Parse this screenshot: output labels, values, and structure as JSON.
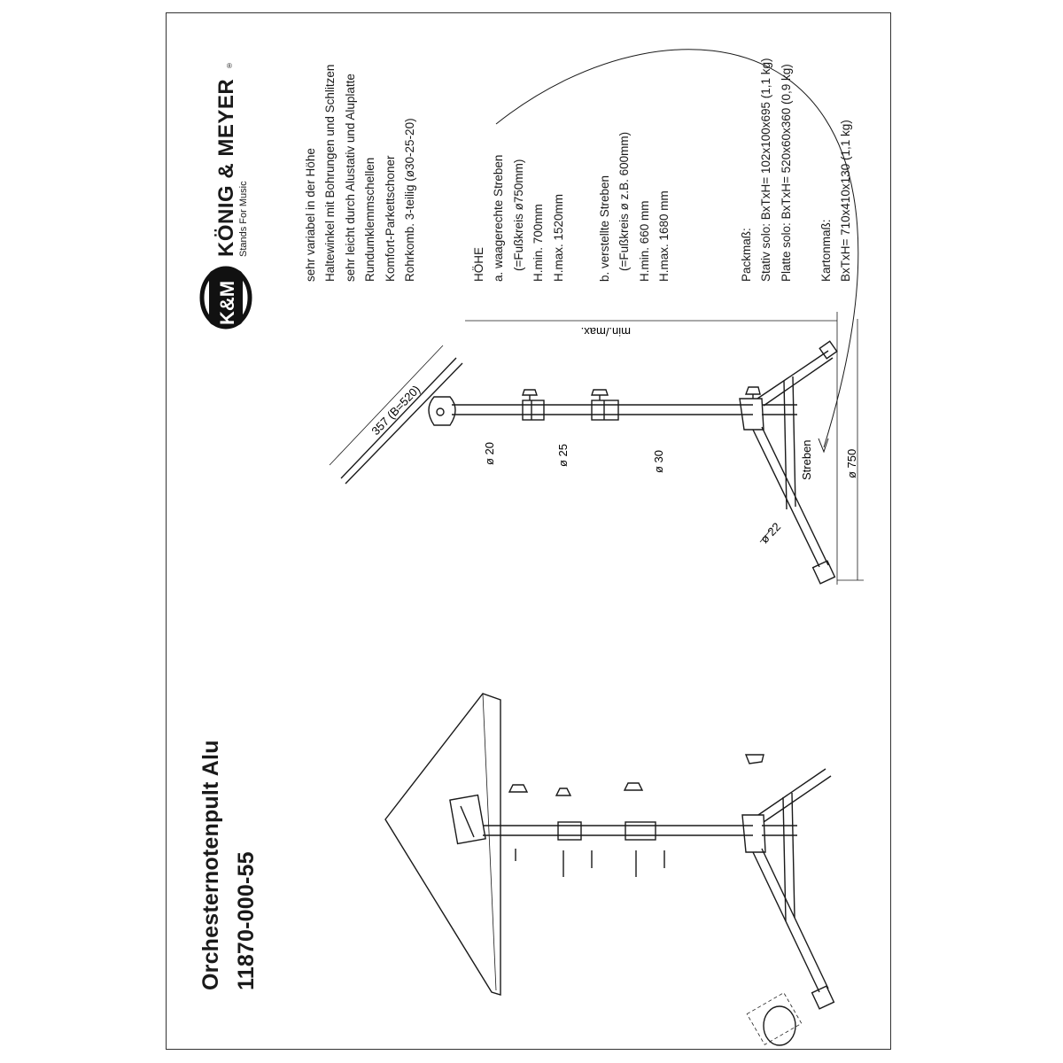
{
  "title": {
    "line1": "Orchesternotenpult Alu",
    "line2": "11870-000-55"
  },
  "brand": {
    "logo_text": "K&M",
    "name": "KÖNIG & MEYER",
    "tagline": "Stands For Music",
    "mark": "®"
  },
  "features": [
    "sehr variabel in der Höhe",
    "Haltewinkel mit Bohrungen und Schlitzen",
    "sehr leicht durch Alustativ und Aluplatte",
    "Rundumklemmschellen",
    "Komfort-Parkettschoner",
    "Rohrkomb. 3-teilig (ø30-25-20)"
  ],
  "height_spec": {
    "heading": "HÖHE",
    "option_a": {
      "label": "a. waagerechte Streben",
      "detail": "(=Fußkreis ø750mm)",
      "min": "H.min.   700mm",
      "max": "H.max. 1520mm"
    },
    "option_b": {
      "label": "b. verstellte Streben",
      "detail": "(=Fußkreis ø z.B. 600mm)",
      "min": "H.min.    660 mm",
      "max": "H.max. 1680 mm"
    }
  },
  "pack": {
    "heading": "Packmaß:",
    "stativ": "Stativ solo: BxTxH= 102x100x695  (1,1 kg)",
    "platte": "Platte solo: BxTxH= 520x60x360   (0,9 kg)"
  },
  "carton": {
    "heading": "Kartonmaß:",
    "dims": "BxTxH= 710x410x130  (1,1 kg)"
  },
  "dimensions": {
    "desk": "357 (B=520)",
    "d20": "ø 20",
    "d25": "ø 25",
    "d30": "ø 30",
    "d22": "ø 22",
    "d750": "ø 750",
    "minmax": "min./max.",
    "streben": "Streben"
  }
}
